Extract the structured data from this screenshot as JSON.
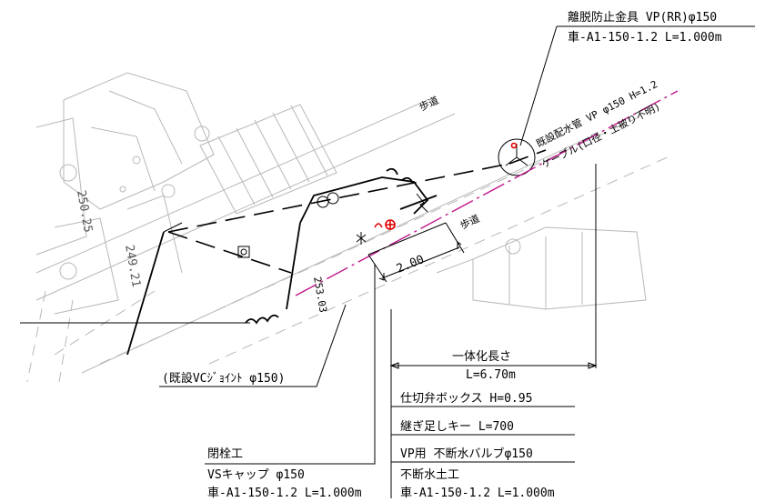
{
  "annotations": {
    "top_fitting_line1": "離脱防止金具 VP(RR)φ150",
    "top_fitting_line2": "車-A1-150-1.2 L=1.000m",
    "existing_pipe": "既設配水管 VP φ150 H=1.2",
    "cable": "ケーブル(口径・土被り不明)",
    "dim_2m": "2.00",
    "existing_joint": "(既設VCｼﾞｮｲﾝﾄ φ150)",
    "integrated_title": "一体化長さ",
    "integrated_value": "L=6.70m",
    "valve_box": "仕切弁ボックス H=0.95",
    "extension_key": "継ぎ足しキー L=700",
    "vp_valve": "VP用 不断水バルブφ150",
    "cut_work": "不断水土工",
    "cut_work_code": "車-A1-150-1.2 L=1.000m",
    "plug_work": "閉栓工",
    "vs_cap": "VSキャップ φ150",
    "vs_cap_code": "車-A1-150-1.2 L=1.000m"
  },
  "background": {
    "elev_1": "250.25",
    "elev_2": "249.21",
    "elev_3": "253.03",
    "road_mark": "歩道"
  },
  "colors": {
    "ink": "#000000",
    "background_linework": "#b8b8b8",
    "cable_line": "#c0168c",
    "valve_marker": "#e00000"
  }
}
